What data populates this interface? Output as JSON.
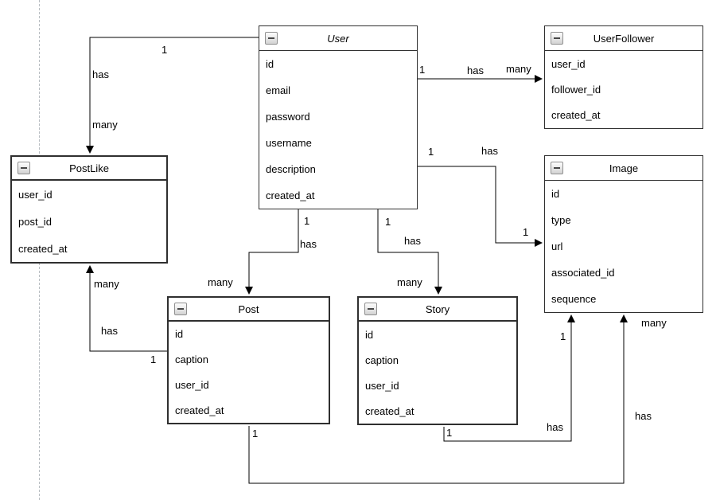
{
  "diagram_type": "entity-relationship",
  "colors": {
    "background": "#ffffff",
    "table_border": "#2f2f2f",
    "connector": "#000000",
    "page_guide_line": "#b8bdc2",
    "text": "#000000"
  },
  "icons": {
    "header_button": "collapse-minus-icon"
  },
  "tables": {
    "user": {
      "title": "User",
      "fields": [
        "id",
        "email",
        "password",
        "username",
        "description",
        "created_at"
      ]
    },
    "user_follower": {
      "title": "UserFollower",
      "fields": [
        "user_id",
        "follower_id",
        "created_at"
      ]
    },
    "post_like": {
      "title": "PostLike",
      "fields": [
        "user_id",
        "post_id",
        "created_at"
      ]
    },
    "image": {
      "title": "Image",
      "fields": [
        "id",
        "type",
        "url",
        "associated_id",
        "sequence"
      ]
    },
    "post": {
      "title": "Post",
      "fields": [
        "id",
        "caption",
        "user_id",
        "created_at"
      ]
    },
    "story": {
      "title": "Story",
      "fields": [
        "id",
        "caption",
        "user_id",
        "created_at"
      ]
    }
  },
  "relationships": [
    {
      "from": "User",
      "to": "UserFollower",
      "from_cardinality": "1",
      "verb": "has",
      "to_cardinality": "many"
    },
    {
      "from": "User",
      "to": "PostLike",
      "from_cardinality": "1",
      "verb": "has",
      "to_cardinality": "many"
    },
    {
      "from": "User",
      "to": "Image",
      "from_cardinality": "1",
      "verb": "has",
      "to_cardinality": "1"
    },
    {
      "from": "User",
      "to": "Post",
      "from_cardinality": "1",
      "verb": "has",
      "to_cardinality": "many"
    },
    {
      "from": "User",
      "to": "Story",
      "from_cardinality": "1",
      "verb": "has",
      "to_cardinality": "many"
    },
    {
      "from": "Post",
      "to": "PostLike",
      "from_cardinality": "1",
      "verb": "has",
      "to_cardinality": "many"
    },
    {
      "from": "Story",
      "to": "Image",
      "from_cardinality": "1",
      "verb": "has",
      "to_cardinality": "1"
    },
    {
      "from": "Post",
      "to": "Image",
      "from_cardinality": "1",
      "verb": "has",
      "to_cardinality": "many"
    }
  ]
}
